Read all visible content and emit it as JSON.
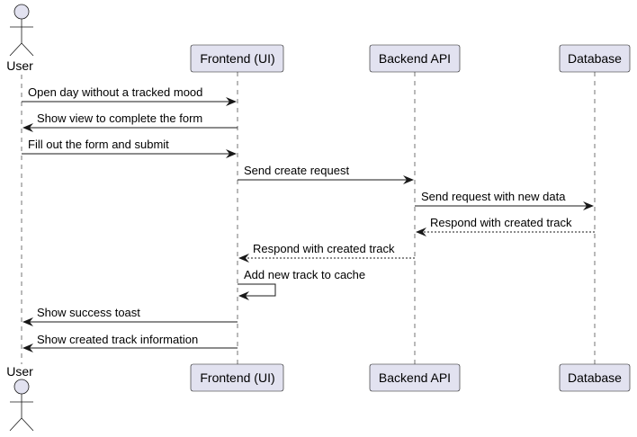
{
  "participants": {
    "user": "User",
    "frontend": "Frontend (UI)",
    "backend": "Backend API",
    "database": "Database"
  },
  "messages": [
    {
      "from": "user",
      "to": "frontend",
      "label": "Open day without a tracked mood",
      "style": "solid"
    },
    {
      "from": "frontend",
      "to": "user",
      "label": "Show view to complete the form",
      "style": "solid"
    },
    {
      "from": "user",
      "to": "frontend",
      "label": "Fill out the form and submit",
      "style": "solid"
    },
    {
      "from": "frontend",
      "to": "backend",
      "label": "Send create request",
      "style": "solid"
    },
    {
      "from": "backend",
      "to": "database",
      "label": "Send request with new data",
      "style": "solid"
    },
    {
      "from": "database",
      "to": "backend",
      "label": "Respond with created track",
      "style": "dashed"
    },
    {
      "from": "backend",
      "to": "frontend",
      "label": "Respond with created track",
      "style": "dashed"
    },
    {
      "from": "frontend",
      "to": "frontend",
      "label": "Add new track to cache",
      "style": "solid"
    },
    {
      "from": "frontend",
      "to": "user",
      "label": "Show success toast",
      "style": "solid"
    },
    {
      "from": "frontend",
      "to": "user",
      "label": "Show created track information",
      "style": "solid"
    }
  ]
}
